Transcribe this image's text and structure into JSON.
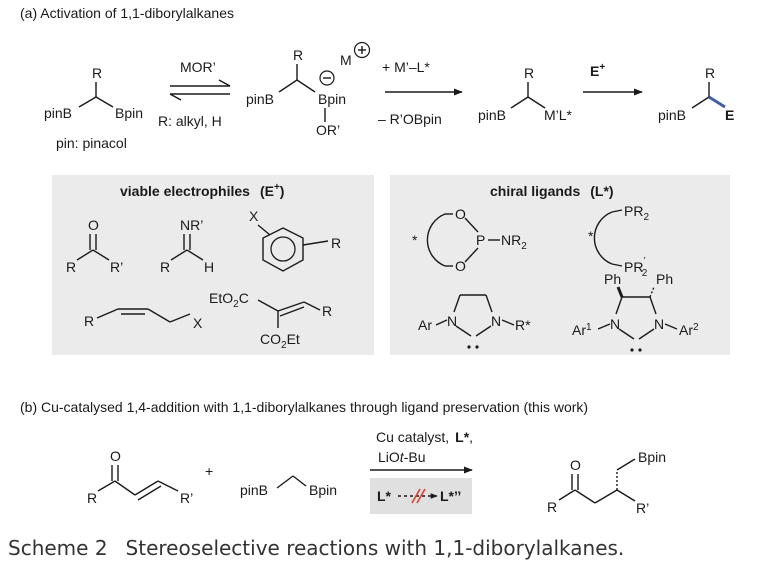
{
  "part_a": {
    "heading": "(a) Activation of 1,1-diborylalkanes",
    "pin_note": "pin: pinacol",
    "step1": {
      "reagent": "MOR’",
      "conditions": "R: alkyl, H"
    },
    "step2": {
      "reagent": "+ M’–L*",
      "byproduct": "– R’OBpin"
    },
    "step3": {
      "reagent": "E"
    },
    "boxes": {
      "electrophiles_title": "viable electrophiles",
      "electrophiles_symbol": "(E",
      "ligands_title": "chiral ligands",
      "ligands_symbol": "(L*)"
    }
  },
  "part_b": {
    "heading": "(b) Cu-catalysed 1,4-addition with 1,1-diborylalkanes through ligand preservation (this work)",
    "conditions": {
      "catalyst": "Cu catalyst,",
      "ligand": "L*",
      "base_pre": "LiO",
      "base_italic": "t",
      "base_post": "-Bu"
    },
    "inset": {
      "from": "L*",
      "to": "L*’’"
    }
  },
  "caption": {
    "label": "Scheme 2",
    "text": "Stereoselective reactions with 1,1-diborylalkanes."
  }
}
